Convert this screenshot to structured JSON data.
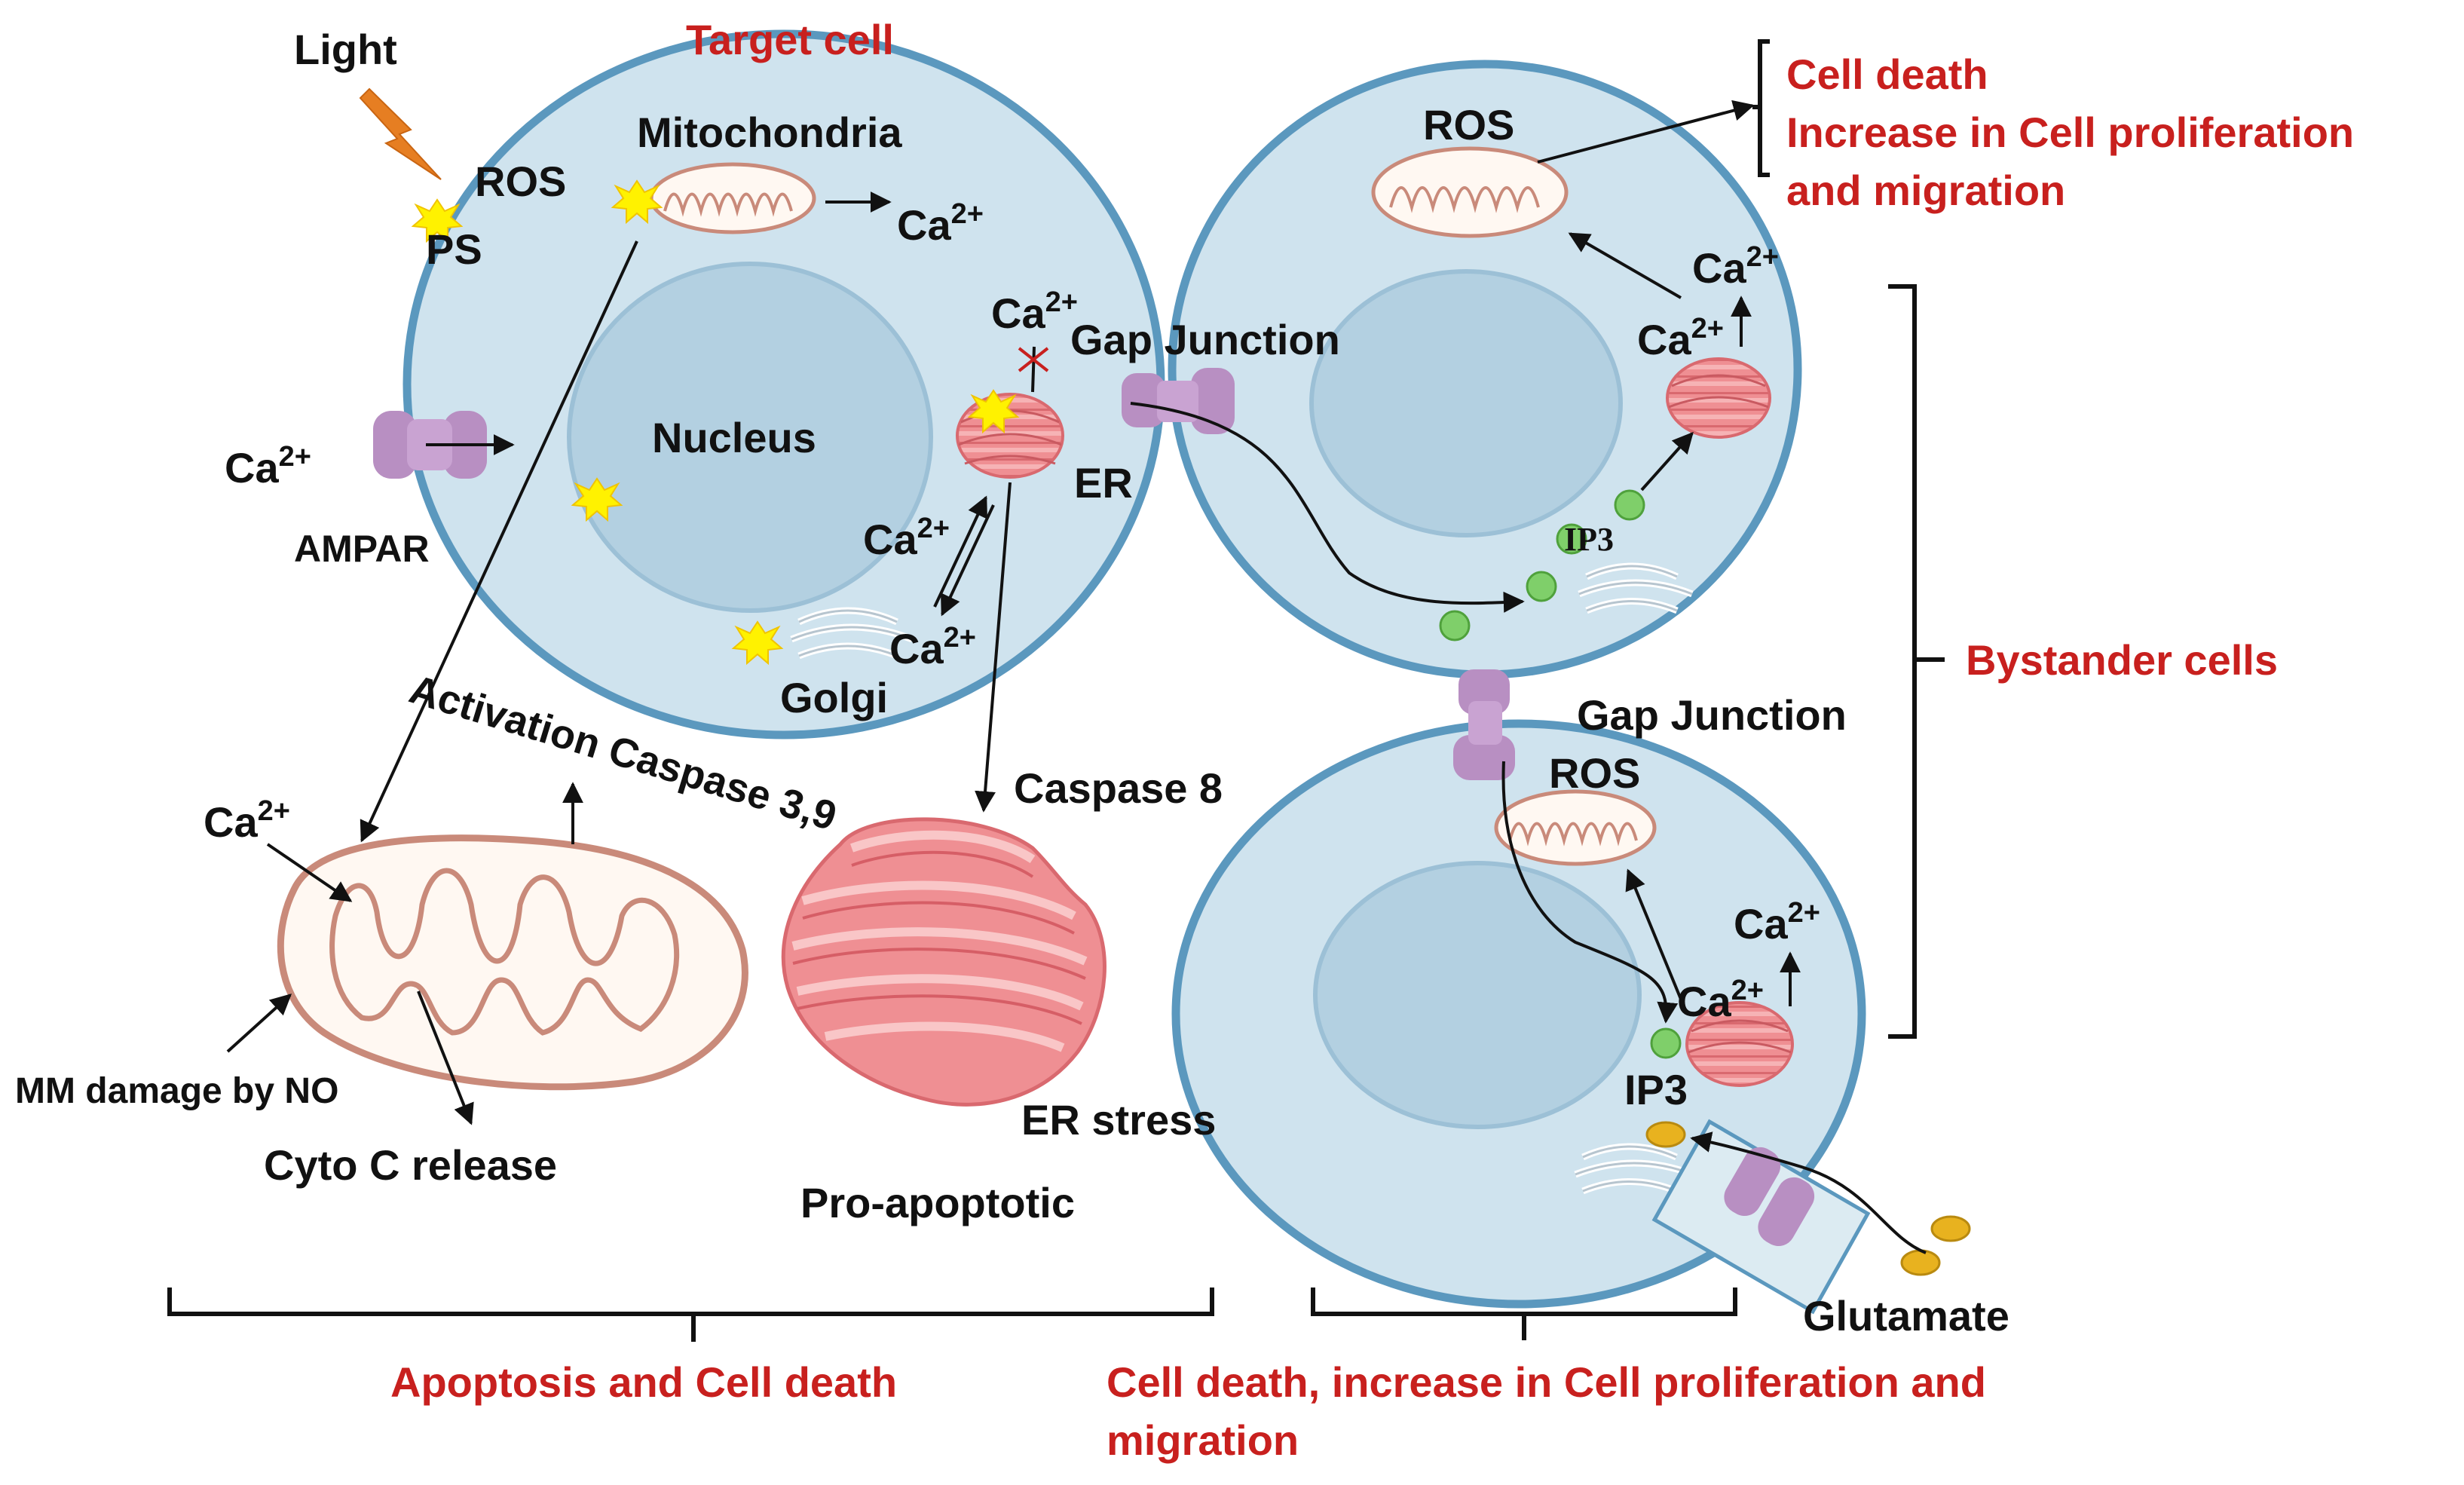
{
  "colors": {
    "red_text": "#c8201e",
    "cell_fill": "#cfe3ee",
    "cell_stroke": "#5b98be",
    "nucleus_fill": "#b3d0e1",
    "gap_junction": "#b88fc2",
    "er_pink": "#ef8f93",
    "mito_outline": "#c98a7a",
    "ip3_green": "#7fcf6a",
    "glutamate_gold": "#e8b21f",
    "ps_yellow": "#fff200",
    "light_orange": "#e67e22"
  },
  "target_cell": {
    "title": "Target cell",
    "light": "Light",
    "ros": "ROS",
    "ps": "PS",
    "mitochondria": "Mitochondria",
    "ca_mito": "Ca",
    "nucleus": "Nucleus",
    "ampar": "AMPAR",
    "ca_ampar": "Ca",
    "ca_er_blocked": "Ca",
    "gap_junction": "Gap Junction",
    "er": "ER",
    "ca_er_golgi_up": "Ca",
    "ca_er_golgi_down": "Ca",
    "golgi": "Golgi",
    "superscript": "2+"
  },
  "downstream": {
    "activation_caspase": "Activation Caspase 3,9",
    "ca_mito": "Ca",
    "mm_damage": "MM damage by NO",
    "cyto_c": "Cyto C release",
    "caspase8": "Caspase 8",
    "er_stress": "ER stress",
    "pro_apoptotic": "Pro-apoptotic"
  },
  "bystander_top": {
    "ros": "ROS",
    "ca_top": "Ca",
    "ca_er": "Ca",
    "ip3": "IP3"
  },
  "bystander_bottom": {
    "gap_junction": "Gap Junction",
    "ros": "ROS",
    "ca_top": "Ca",
    "ca_er": "Ca",
    "ip3": "IP3",
    "glutamate": "Glutamate"
  },
  "outcomes": {
    "top_right": [
      "Cell death",
      "Increase in Cell proliferation",
      "and migration"
    ],
    "bystander_cells": "Bystander cells",
    "bottom_left": "Apoptosis and Cell death",
    "bottom_right": [
      "Cell death, increase in Cell proliferation and",
      "migration"
    ]
  }
}
